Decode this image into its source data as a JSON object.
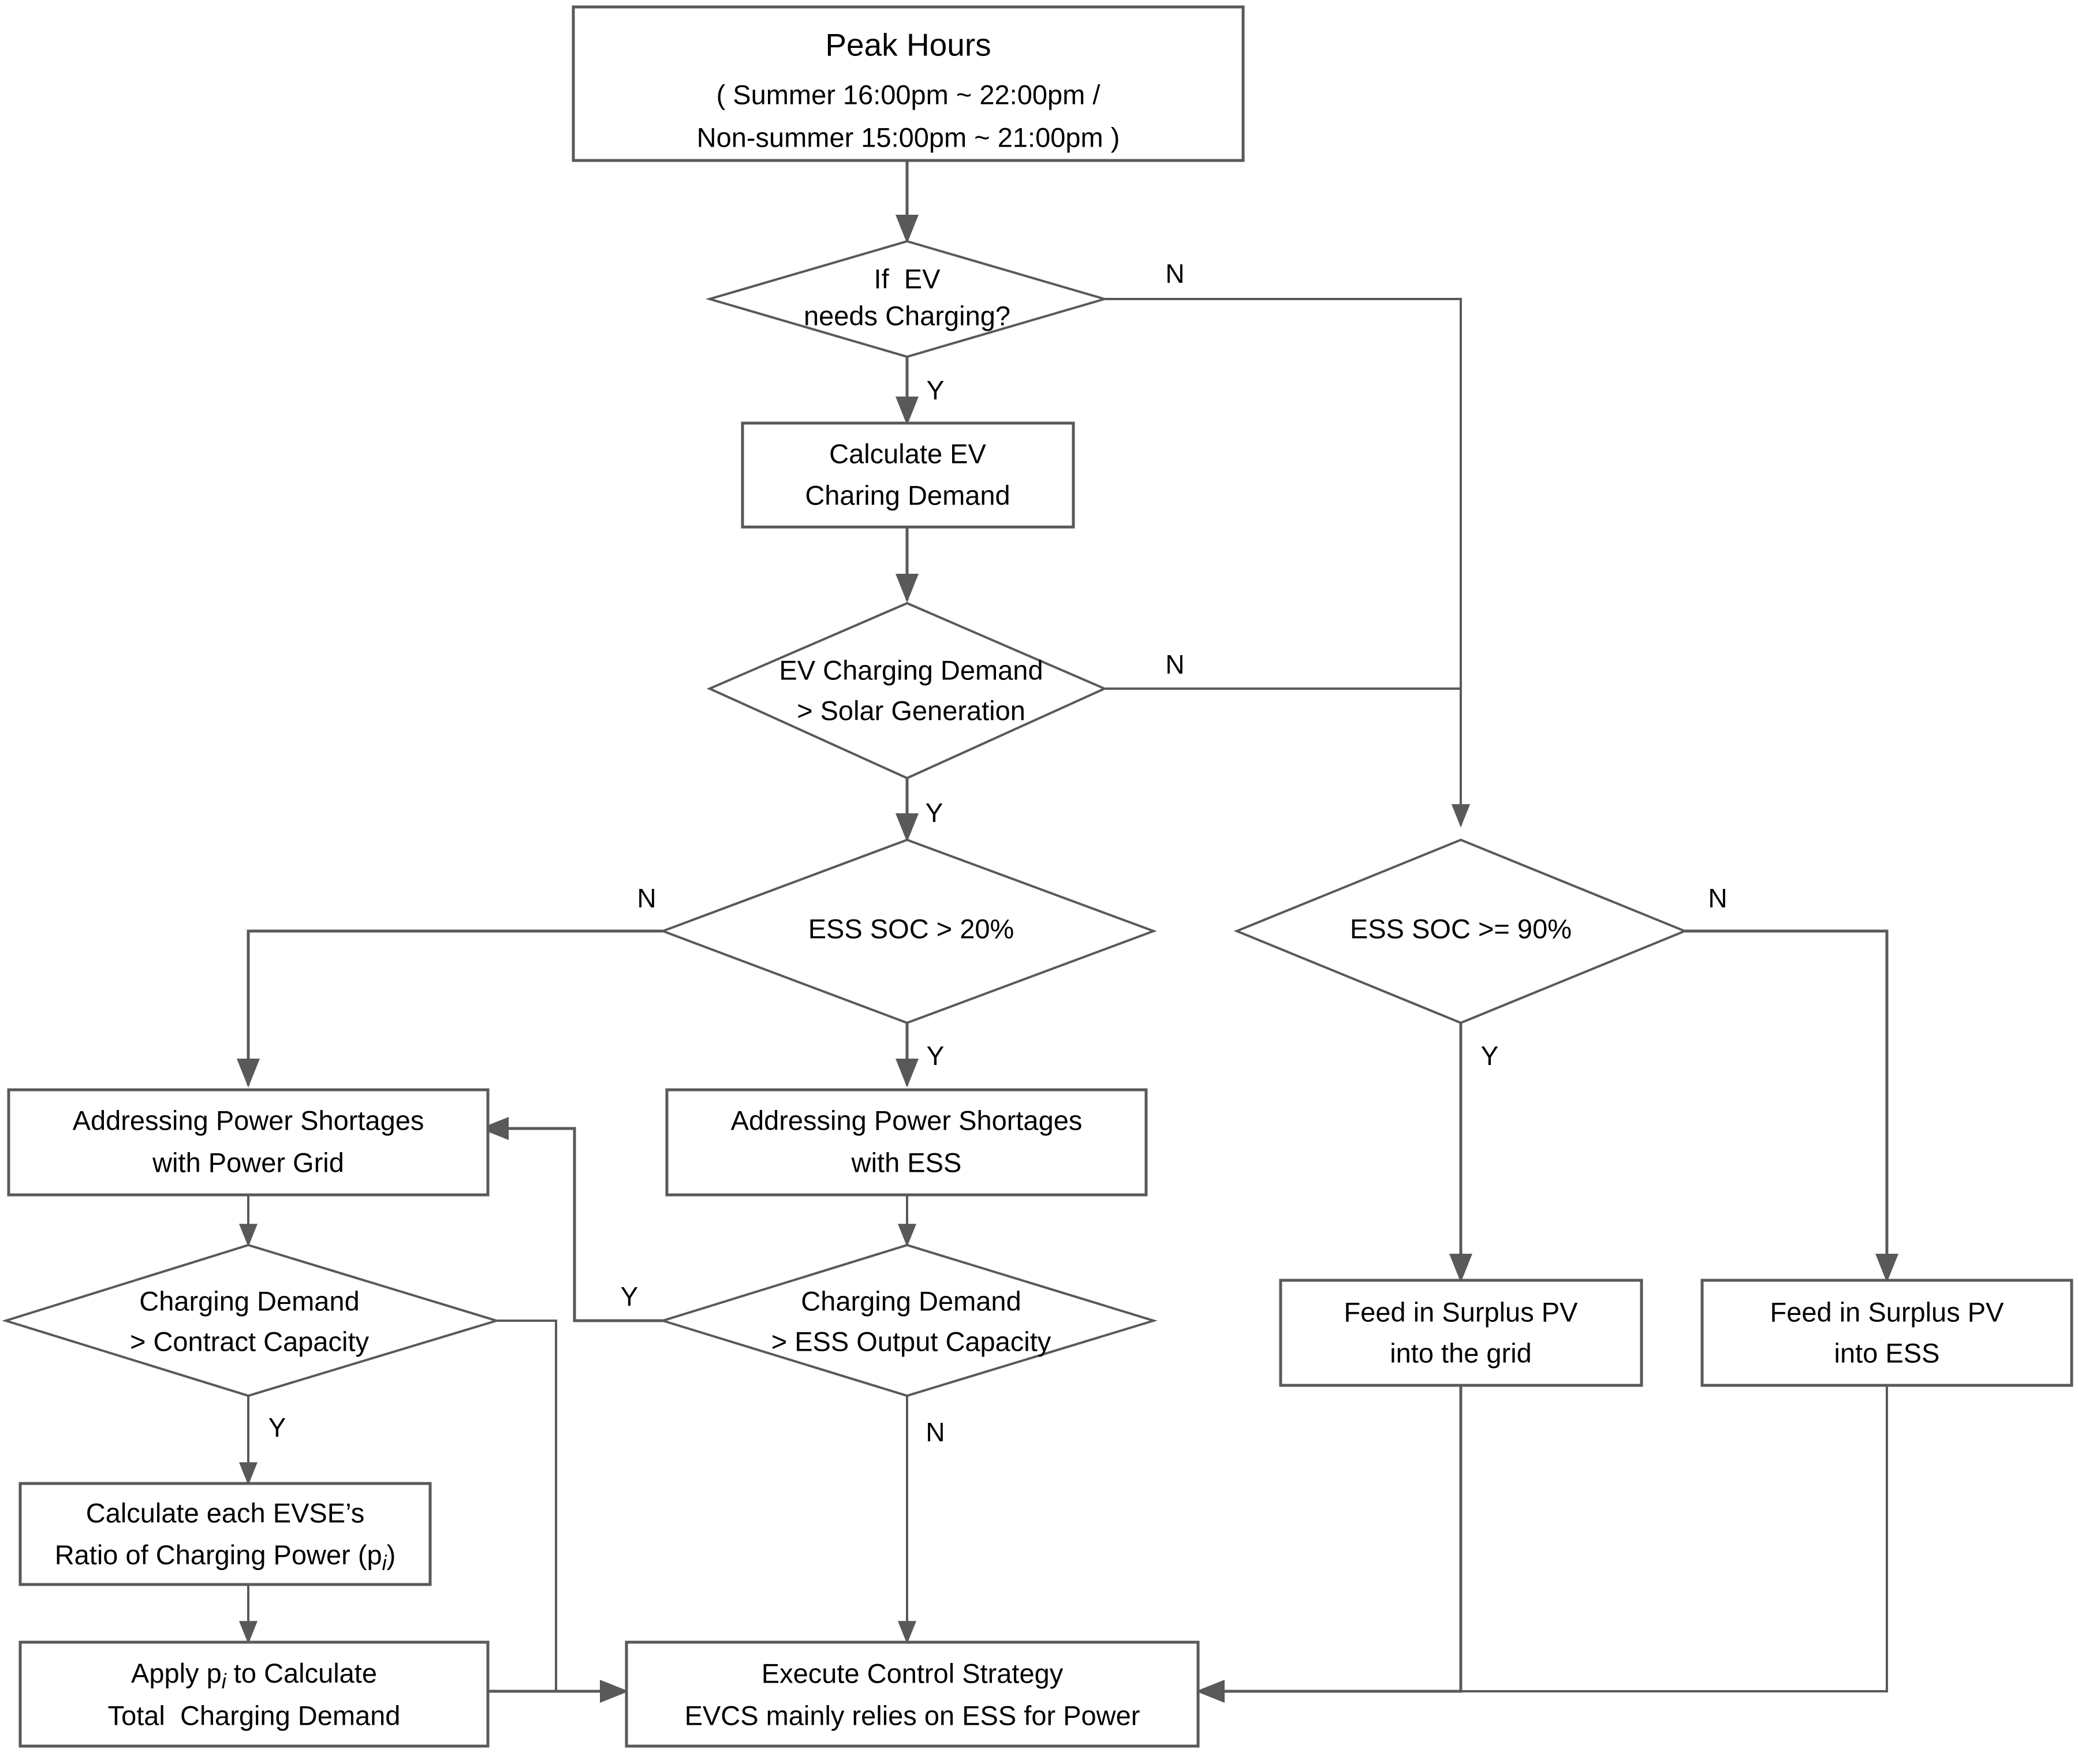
{
  "diagram": {
    "title": "EV Charging Station Peak-Hour Control Strategy Flowchart",
    "style": {
      "stroke_color": "#595959",
      "fill_color": "#ffffff",
      "text_color": "#000000",
      "background": "#ffffff"
    }
  },
  "nodes": {
    "peak_hours": {
      "type": "process",
      "line1": "Peak Hours",
      "line2": "( Summer 16:00pm ~ 22:00pm /",
      "line3": "Non-summer 15:00pm ~ 21:00pm )"
    },
    "if_ev_needs_charging": {
      "type": "decision",
      "line1": "If  EV",
      "line2": "needs Charging?"
    },
    "calc_ev_demand": {
      "type": "process",
      "line1": "Calculate EV",
      "line2": "Charing Demand"
    },
    "demand_vs_solar": {
      "type": "decision",
      "line1": "EV Charging Demand",
      "line2": "> Solar Generation"
    },
    "ess_soc_gt_20": {
      "type": "decision",
      "line1": "ESS SOC > 20%"
    },
    "ess_soc_ge_90": {
      "type": "decision",
      "line1": "ESS SOC >= 90%"
    },
    "addr_with_grid": {
      "type": "process",
      "line1": "Addressing Power Shortages",
      "line2": "with Power Grid"
    },
    "addr_with_ess": {
      "type": "process",
      "line1": "Addressing Power Shortages",
      "line2": "with ESS"
    },
    "demand_vs_contract": {
      "type": "decision",
      "line1": "Charging Demand",
      "line2": "> Contract Capacity"
    },
    "demand_vs_ess_output": {
      "type": "decision",
      "line1": "Charging Demand",
      "line2": "> ESS Output Capacity"
    },
    "feed_pv_grid": {
      "type": "process",
      "line1": "Feed in Surplus PV",
      "line2": "into the grid"
    },
    "feed_pv_ess": {
      "type": "process",
      "line1": "Feed in Surplus PV",
      "line2": "into ESS"
    },
    "calc_ratio": {
      "type": "process",
      "line1": "Calculate each EVSE’s",
      "line2_pre": "Ratio of Charging Power (p",
      "line2_sub": "i",
      "line2_post": ")"
    },
    "apply_ratio": {
      "type": "process",
      "line1_pre": "Apply p",
      "line1_sub": "i",
      "line1_post": " to Calculate",
      "line2": "Total  Charging Demand"
    },
    "execute_strategy": {
      "type": "process",
      "line1": "Execute Control Strategy",
      "line2": "EVCS mainly relies on ESS for Power"
    }
  },
  "edge_labels": {
    "ev_no": "N",
    "ev_yes": "Y",
    "solar_no": "N",
    "solar_yes": "Y",
    "soc20_no": "N",
    "soc20_yes": "Y",
    "soc90_no": "N",
    "soc90_yes": "Y",
    "contract_yes": "Y",
    "essout_yes": "Y",
    "essout_no": "N"
  }
}
